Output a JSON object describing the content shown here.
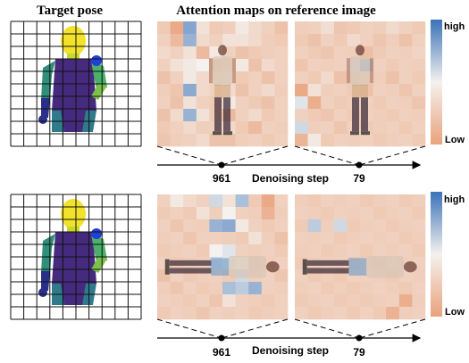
{
  "figure": {
    "title_left": "Target pose",
    "title_right": "Attention maps on reference image",
    "colorbar": {
      "high": "high",
      "low": "Low",
      "color_high": "#3a73b8",
      "color_mid": "#f4f1ee",
      "color_low": "#e9a27c"
    },
    "rows": [
      {
        "id": "row-1",
        "axis": {
          "label": "Denoising step",
          "step_start": "961",
          "step_end": "79"
        },
        "subject_orientation": "upright",
        "maps": [
          {
            "id": "map-step-961",
            "grid": [
              [
                0.75,
                0.95,
                0.2,
                0.6,
                0.75,
                0.72,
                0.55,
                0.65,
                0.7,
                0.8
              ],
              [
                0.7,
                0.85,
                0.25,
                0.65,
                0.7,
                0.6,
                0.6,
                0.65,
                0.72,
                0.75
              ],
              [
                0.65,
                0.7,
                0.6,
                0.85,
                0.55,
                0.7,
                0.8,
                0.75,
                0.72,
                0.7
              ],
              [
                0.7,
                0.6,
                0.55,
                0.5,
                0.8,
                0.75,
                0.55,
                0.8,
                0.65,
                0.7
              ],
              [
                0.8,
                0.7,
                0.55,
                0.65,
                0.7,
                0.65,
                0.75,
                0.7,
                0.8,
                0.7
              ],
              [
                0.72,
                0.78,
                0.22,
                0.65,
                0.7,
                0.65,
                0.8,
                0.7,
                0.65,
                0.72
              ],
              [
                0.7,
                0.8,
                0.6,
                0.7,
                0.75,
                0.55,
                0.7,
                0.75,
                0.8,
                0.7
              ],
              [
                0.8,
                0.65,
                0.25,
                0.6,
                0.75,
                0.85,
                0.7,
                0.65,
                0.75,
                0.7
              ],
              [
                0.75,
                0.7,
                0.65,
                0.72,
                0.7,
                0.65,
                0.75,
                0.85,
                0.7,
                0.72
              ],
              [
                0.78,
                0.72,
                0.7,
                0.65,
                0.8,
                0.8,
                0.72,
                0.7,
                0.75,
                0.7
              ]
            ]
          },
          {
            "id": "map-step-79",
            "grid": [
              [
                0.72,
                0.7,
                0.62,
                0.78,
                0.75,
                0.7,
                0.72,
                0.65,
                0.7,
                0.75
              ],
              [
                0.75,
                0.8,
                0.7,
                0.75,
                0.65,
                0.7,
                0.78,
                0.72,
                0.8,
                0.7
              ],
              [
                0.7,
                0.75,
                0.78,
                0.7,
                0.72,
                0.82,
                0.75,
                0.7,
                0.72,
                0.68
              ],
              [
                0.78,
                0.7,
                0.72,
                0.7,
                0.4,
                0.25,
                0.7,
                0.75,
                0.7,
                0.72
              ],
              [
                0.7,
                0.75,
                0.65,
                0.8,
                0.75,
                0.7,
                0.72,
                0.8,
                0.7,
                0.75
              ],
              [
                0.95,
                0.6,
                0.72,
                0.7,
                0.75,
                0.8,
                0.7,
                0.72,
                0.78,
                0.7
              ],
              [
                0.45,
                0.92,
                0.7,
                0.75,
                0.72,
                0.7,
                0.75,
                0.7,
                0.72,
                0.78
              ],
              [
                0.7,
                0.75,
                0.78,
                0.7,
                0.75,
                0.7,
                0.72,
                0.75,
                0.7,
                0.72
              ],
              [
                0.4,
                0.72,
                0.7,
                0.78,
                0.7,
                0.75,
                0.72,
                0.7,
                0.75,
                0.7
              ],
              [
                0.88,
                0.55,
                0.75,
                0.7,
                0.72,
                0.7,
                0.75,
                0.72,
                0.7,
                0.75
              ]
            ]
          }
        ]
      },
      {
        "id": "row-2",
        "axis": {
          "label": "Denoising step",
          "step_start": "961",
          "step_end": "79"
        },
        "subject_orientation": "lying",
        "maps": [
          {
            "id": "map-step-961",
            "grid": [
              [
                0.7,
                0.55,
                0.65,
                0.7,
                0.4,
                0.6,
                0.3,
                0.75,
                0.95,
                0.7
              ],
              [
                0.75,
                0.7,
                0.75,
                0.6,
                0.72,
                0.5,
                0.7,
                0.72,
                0.9,
                0.72
              ],
              [
                0.7,
                0.78,
                0.7,
                0.72,
                0.25,
                0.22,
                0.55,
                0.7,
                0.75,
                0.7
              ],
              [
                0.72,
                0.7,
                0.78,
                0.7,
                0.7,
                0.72,
                0.75,
                0.6,
                0.72,
                0.8
              ],
              [
                0.75,
                0.72,
                0.7,
                0.75,
                0.5,
                0.45,
                0.7,
                0.72,
                0.7,
                0.75
              ],
              [
                0.7,
                0.75,
                0.72,
                0.7,
                0.4,
                0.45,
                0.5,
                0.75,
                0.72,
                0.7
              ],
              [
                0.8,
                0.7,
                0.75,
                0.72,
                0.7,
                0.75,
                0.4,
                0.72,
                0.7,
                0.78
              ],
              [
                0.72,
                0.78,
                0.7,
                0.75,
                0.72,
                0.3,
                0.35,
                0.25,
                0.7,
                0.72
              ],
              [
                0.7,
                0.72,
                0.75,
                0.7,
                0.78,
                0.6,
                0.7,
                0.72,
                0.75,
                0.7
              ],
              [
                0.75,
                0.7,
                0.72,
                0.78,
                0.7,
                0.72,
                0.7,
                0.75,
                0.72,
                0.7
              ]
            ]
          },
          {
            "id": "map-step-79",
            "grid": [
              [
                0.72,
                0.75,
                0.7,
                0.72,
                0.7,
                0.75,
                0.72,
                0.7,
                0.75,
                0.72
              ],
              [
                0.7,
                0.72,
                0.75,
                0.7,
                0.72,
                0.7,
                0.75,
                0.72,
                0.7,
                0.75
              ],
              [
                0.75,
                0.35,
                0.72,
                0.4,
                0.75,
                0.72,
                0.7,
                0.75,
                0.72,
                0.7
              ],
              [
                0.7,
                0.72,
                0.7,
                0.75,
                0.72,
                0.7,
                0.72,
                0.7,
                0.75,
                0.72
              ],
              [
                0.72,
                0.7,
                0.75,
                0.72,
                0.7,
                0.75,
                0.7,
                0.72,
                0.7,
                0.75
              ],
              [
                0.75,
                0.72,
                0.7,
                0.7,
                0.75,
                0.72,
                0.75,
                0.7,
                0.72,
                0.7
              ],
              [
                0.7,
                0.75,
                0.72,
                0.75,
                0.7,
                0.7,
                0.72,
                0.75,
                0.7,
                0.72
              ],
              [
                0.72,
                0.7,
                0.75,
                0.72,
                0.75,
                0.72,
                0.7,
                0.72,
                0.75,
                0.7
              ],
              [
                0.75,
                0.72,
                0.7,
                0.75,
                0.72,
                0.75,
                0.72,
                0.7,
                0.92,
                0.72
              ],
              [
                0.7,
                0.75,
                0.72,
                0.7,
                0.75,
                0.7,
                0.75,
                0.9,
                0.72,
                0.7
              ]
            ]
          }
        ]
      }
    ]
  }
}
